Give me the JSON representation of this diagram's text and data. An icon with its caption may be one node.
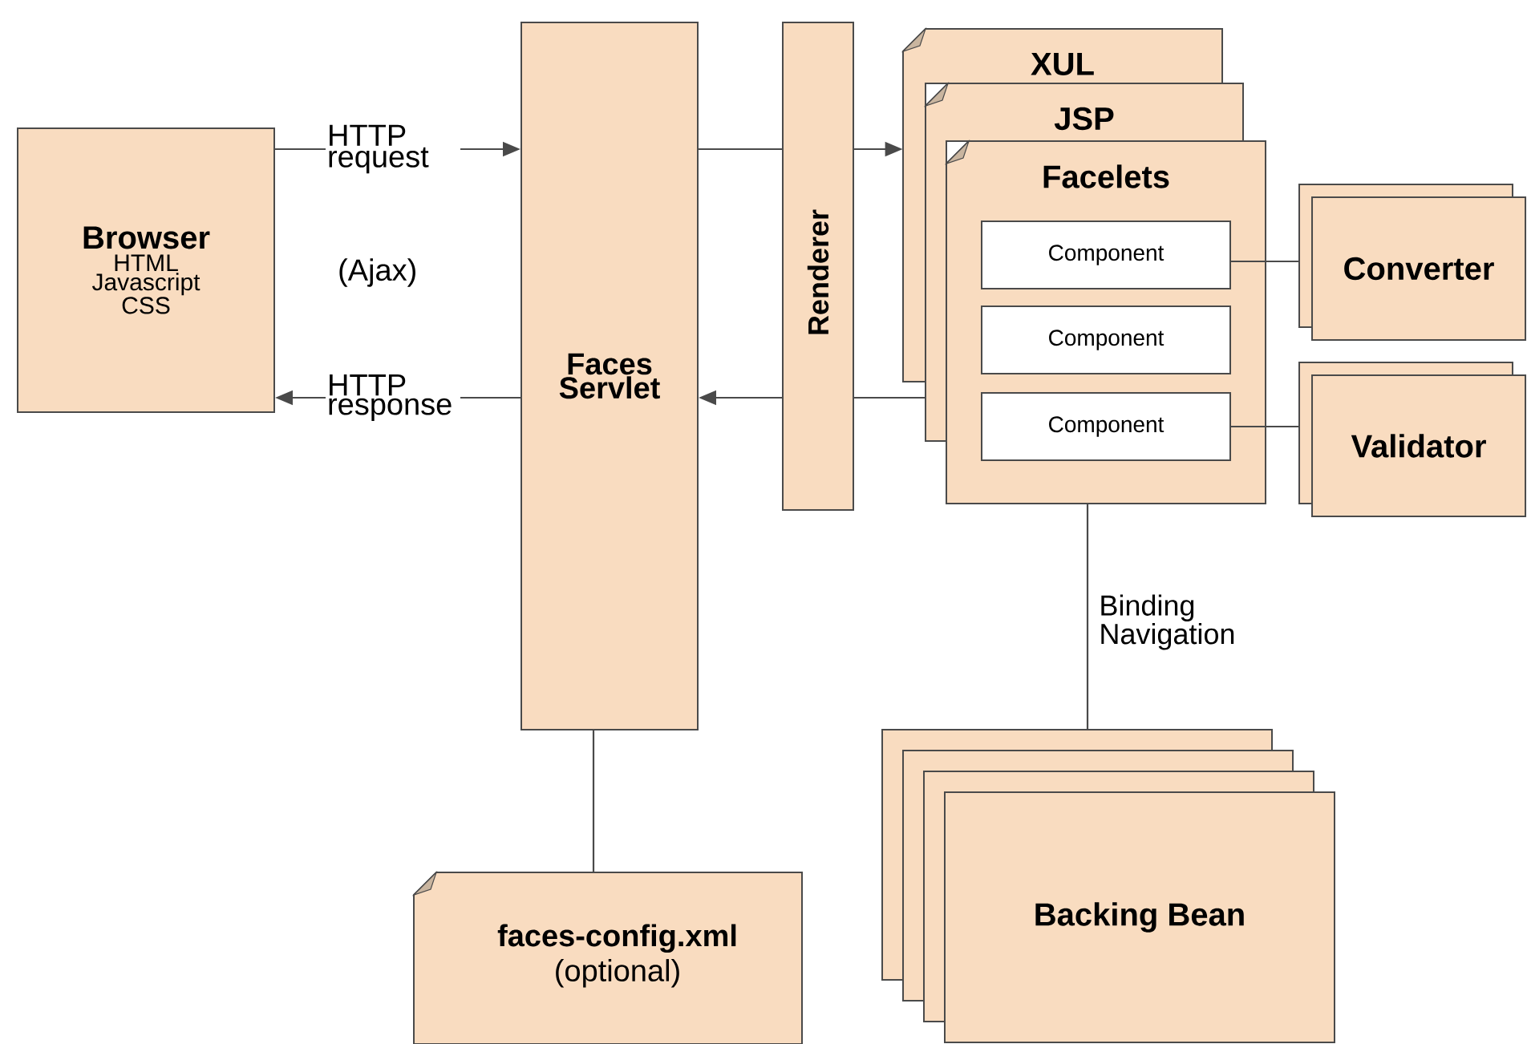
{
  "diagram": {
    "nodes": [
      {
        "text": [
          "Browser",
          "HTML Javascript CSS"
        ]
      },
      {
        "text": [
          "Faces Servlet"
        ]
      },
      {
        "text": [
          "Renderer"
        ]
      },
      {
        "text": [
          "XUL"
        ]
      },
      {
        "text": [
          "JSP"
        ]
      },
      {
        "text": [
          "Facelets"
        ]
      },
      {
        "text": [
          "Component"
        ],
        "in": 5
      },
      {
        "text": [
          "Component"
        ],
        "in": 5
      },
      {
        "text": [
          "Component"
        ],
        "in": 5
      },
      {
        "text": [
          "Converter"
        ]
      },
      {
        "text": [
          "Validator"
        ]
      },
      {
        "text": [
          "Backing Bean"
        ]
      },
      {
        "text": [
          "faces-config.xml",
          "(optional)"
        ]
      }
    ],
    "edges": [
      {
        "from": 0,
        "to": 1,
        "arrow": "to",
        "label": "HTTP request"
      },
      {
        "from": 1,
        "to": 0,
        "arrow": "to",
        "label": "HTTP response"
      },
      {
        "from": 1,
        "to": 2,
        "arrow": "none"
      },
      {
        "from": 2,
        "to": 3,
        "arrow": "to"
      },
      {
        "from": 4,
        "to": 2,
        "arrow": "none"
      },
      {
        "from": 2,
        "to": 1,
        "arrow": "to"
      },
      {
        "from": 6,
        "to": 9,
        "arrow": "none"
      },
      {
        "from": 8,
        "to": 10,
        "arrow": "none"
      },
      {
        "from": 5,
        "to": 11,
        "arrow": "none",
        "label": "Binding Navigation"
      },
      {
        "from": 1,
        "to": 12,
        "arrow": "none"
      }
    ],
    "labels": [
      "(Ajax)"
    ]
  }
}
